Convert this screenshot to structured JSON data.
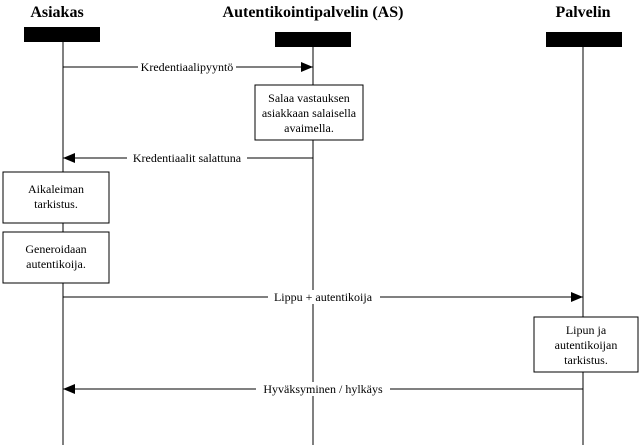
{
  "actors": [
    {
      "id": "client",
      "name": "Asiakas"
    },
    {
      "id": "as",
      "name": "Autentikointipalvelin (AS)"
    },
    {
      "id": "server",
      "name": "Palvelin"
    }
  ],
  "messages": [
    {
      "from": "client",
      "to": "as",
      "label": "Kredentiaalipyyntö"
    },
    {
      "from": "as",
      "to": "client",
      "label": "Kredentiaalit salattuna"
    },
    {
      "from": "client",
      "to": "server",
      "label": "Lippu + autentikoija"
    },
    {
      "from": "server",
      "to": "client",
      "label": "Hyväksyminen / hylkäys"
    }
  ],
  "notes": [
    {
      "actor": "as",
      "lines": [
        "Salaa vastauksen",
        "asiakkaan salaisella",
        "avaimella."
      ]
    },
    {
      "actor": "client",
      "lines": [
        "Aikaleiman",
        "tarkistus."
      ]
    },
    {
      "actor": "client",
      "lines": [
        "Generoidaan",
        "autentikoija."
      ]
    },
    {
      "actor": "server",
      "lines": [
        "Lipun ja",
        "autentikoijan",
        "tarkistus."
      ]
    }
  ],
  "colors": {
    "line": "#000000",
    "background": "#ffffff"
  }
}
